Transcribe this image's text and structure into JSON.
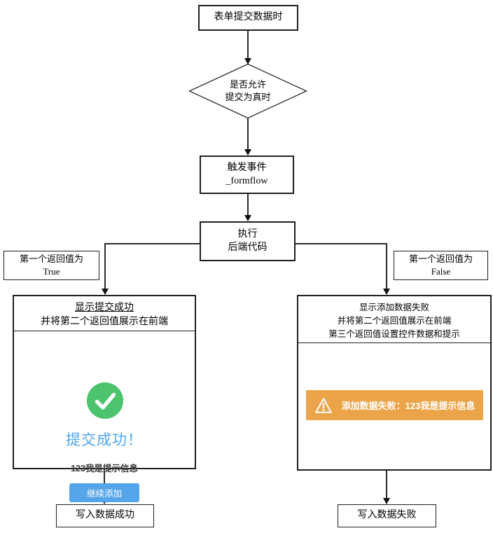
{
  "nodes": {
    "start": {
      "label": "表单提交数据时"
    },
    "decision": {
      "line1": "是否允许",
      "line2": "提交为真时"
    },
    "trigger": {
      "line1": "触发事件",
      "line2": "_formflow"
    },
    "execute": {
      "line1": "执行",
      "line2": "后端代码"
    },
    "branch_true": {
      "line1": "第一个返回值为",
      "line2": "True"
    },
    "branch_false": {
      "line1": "第一个返回值为",
      "line2": "False"
    },
    "end_success": {
      "label": "写入数据成功"
    },
    "end_failure": {
      "label": "写入数据失败"
    }
  },
  "success_panel": {
    "header_line1": "显示提交成功",
    "header_line2": "并将第二个返回值展示在前端",
    "preview": {
      "icon": "check-circle-icon",
      "title": "提交成功！",
      "message": "123我是提示信息",
      "button_label": "继续添加"
    }
  },
  "failure_panel": {
    "header_line1": "显示添加数据失败",
    "header_line2": "并将第二个返回值展示在前端",
    "header_line3": "第三个返回值设置控件数据和提示",
    "alert": {
      "icon": "warning-triangle-icon",
      "text": "添加数据失败：123我是提示信息"
    }
  },
  "colors": {
    "success_green": "#4CC36D",
    "title_blue": "#4DA6F0",
    "button_blue": "#55A5EB",
    "alert_orange": "#EBA44A",
    "line_color": "#2B2B2B"
  }
}
